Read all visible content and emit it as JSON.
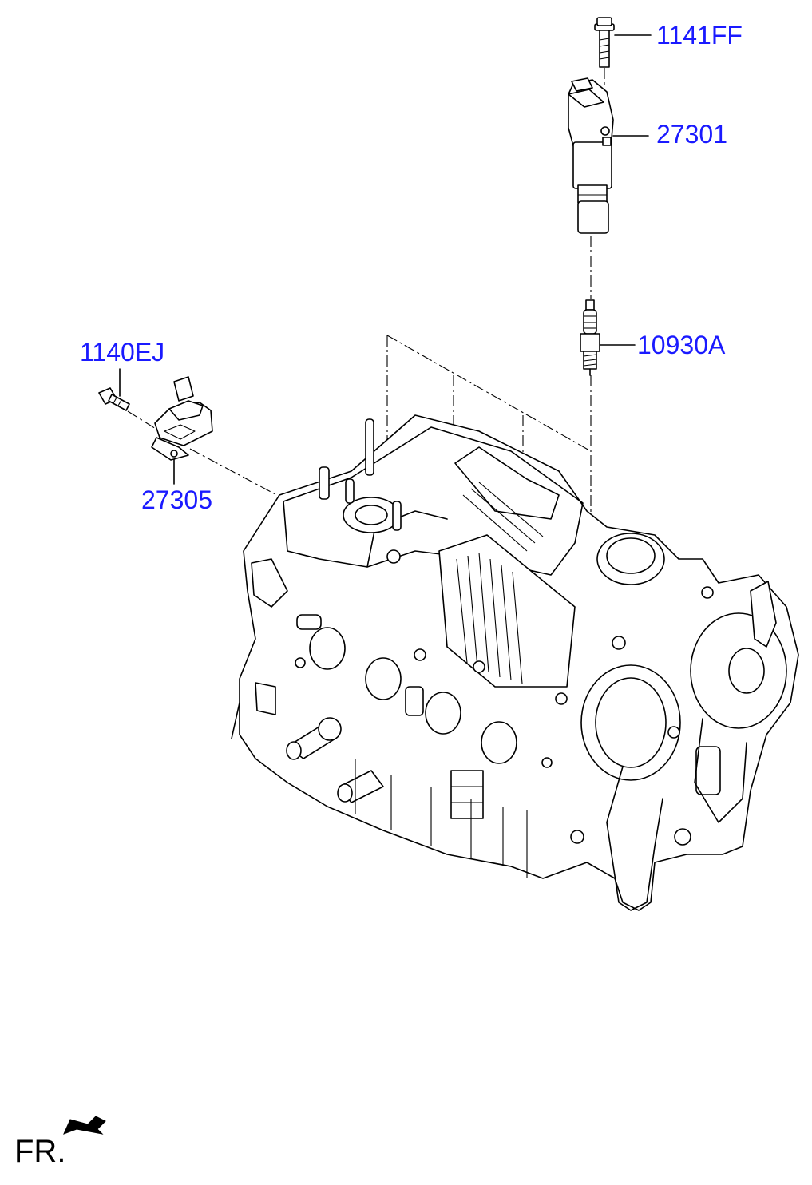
{
  "labels": {
    "bolt_top": "1141FF",
    "ignition_coil": "27301",
    "spark_plug": "10930A",
    "bolt_bracket": "1140EJ",
    "bracket": "27305"
  },
  "orientation": {
    "text": "FR."
  },
  "colors": {
    "label": "#1a1aff",
    "line": "#000000",
    "background": "#ffffff"
  }
}
